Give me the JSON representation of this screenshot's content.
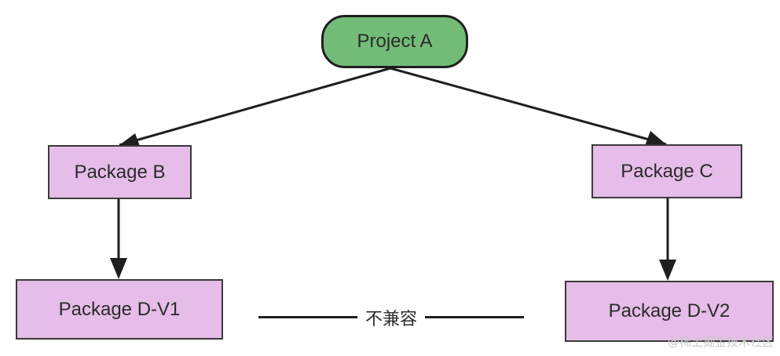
{
  "nodes": {
    "root": {
      "label": "Project A"
    },
    "package_b": {
      "label": "Package B"
    },
    "package_c": {
      "label": "Package C"
    },
    "package_d_v1": {
      "label": "Package D-V1"
    },
    "package_d_v2": {
      "label": "Package D-V2"
    }
  },
  "edges": [
    {
      "from": "Project A",
      "to": "Package B"
    },
    {
      "from": "Project A",
      "to": "Package C"
    },
    {
      "from": "Package B",
      "to": "Package D-V1"
    },
    {
      "from": "Package C",
      "to": "Package D-V2"
    }
  ],
  "conflict": {
    "label": "不兼容"
  },
  "watermark": {
    "text": "@稀土掘金技术社区"
  },
  "colors": {
    "root_fill": "#73BC78",
    "package_fill": "#E6BCE8",
    "stroke": "#1F1F1F",
    "text": "#2B2B2B",
    "watermark": "#C9C9C9"
  }
}
